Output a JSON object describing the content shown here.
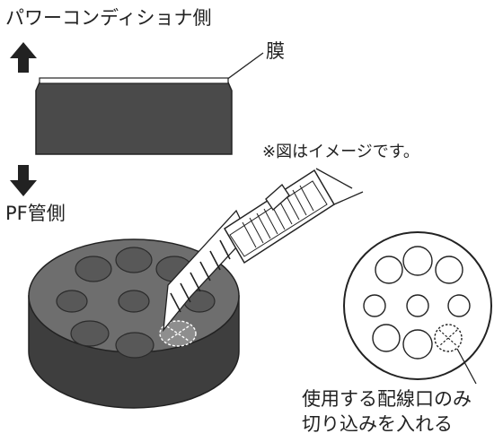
{
  "labels": {
    "top_side": "パワーコンディショナ側",
    "film": "膜",
    "note": "※図はイメージです。",
    "bottom_side": "PF管側",
    "instruction_line1": "使用する配線口のみ",
    "instruction_line2": "切り込みを入れる"
  },
  "colors": {
    "ink": "#222222",
    "block_face": "#4a4a4a",
    "block_top": "#7a7a7a",
    "hole_fill": "#5e5e5e",
    "film_fill": "#ffffff"
  }
}
